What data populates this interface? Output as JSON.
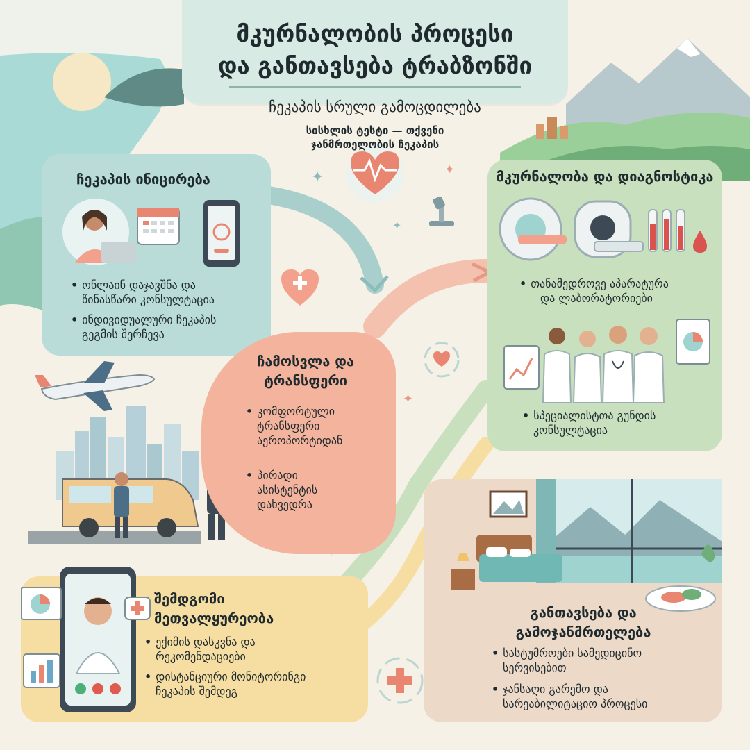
{
  "header": {
    "title_line1": "მკურნალობის პროცესი",
    "title_line2": "და განთავსება ტრაბზონში",
    "subtitle": "ჩეკაპის სრული გამოცდილება",
    "tagline_line1": "სისხლის ტესტი — თქვენი",
    "tagline_line2": "ჯანმრთელობის ჩეკაპის"
  },
  "sections": {
    "checkup_start": {
      "title": "ჩეკაპის ინიცირება",
      "bullets": [
        {
          "line1": "ონლაინ დაჯავშნა და",
          "line2": "წინასწარი კონსულტაცია"
        },
        {
          "line1": "ინდივიდუალური ჩეკაპის",
          "line2": "გეგმის შერჩევა"
        }
      ]
    },
    "arrival": {
      "title_line1": "ჩამოსვლა და",
      "title_line2": "ტრანსფერი",
      "bullets": [
        {
          "line1": "კომფორტული",
          "line2": "ტრანსფერი",
          "line3": "აეროპორტიდან"
        },
        {
          "line1": "პირადი",
          "line2": "ასისტენტის",
          "line3": "დახვედრა"
        }
      ]
    },
    "treatment": {
      "title": "მკურნალობა და დიაგნოსტიკა",
      "bullets": [
        {
          "line1": "თანამედროვე აპარატურა",
          "line2": "და ლაბორატორიები"
        },
        {
          "line1": "სპეციალისტთა გუნდის",
          "line2": "კონსულტაცია"
        }
      ]
    },
    "followup": {
      "title_line1": "შემდგომი",
      "title_line2": "მეთვალყურეობა",
      "bullets": [
        {
          "line1": "ექიმის დასკვნა და",
          "line2": "რეკომენდაციები"
        },
        {
          "line1": "დისტანციური მონიტორინგი",
          "line2": "ჩეკაპის შემდეგ"
        }
      ]
    },
    "accommodation": {
      "title_line1": "განთავსება და",
      "title_line2": "გამოჯანმრთელება",
      "bullets": [
        {
          "line1": "სასტუმროები სამედიცინო",
          "line2": "სერვისებით"
        },
        {
          "line1": "ჯანსაღი გარემო და",
          "line2": "სარეაბილიტაციო პროცესი"
        }
      ]
    }
  },
  "colors": {
    "teal_card": "#b9dcd8",
    "salmon_card": "#f3b39d",
    "green_card": "#c9e0bf",
    "yellow_card": "#f6dea2",
    "beige_card": "#ecd9c8",
    "accent_red": "#e87763",
    "sea": "#9fd3d0"
  },
  "icons": {
    "bullet": "•",
    "plus": "+"
  }
}
